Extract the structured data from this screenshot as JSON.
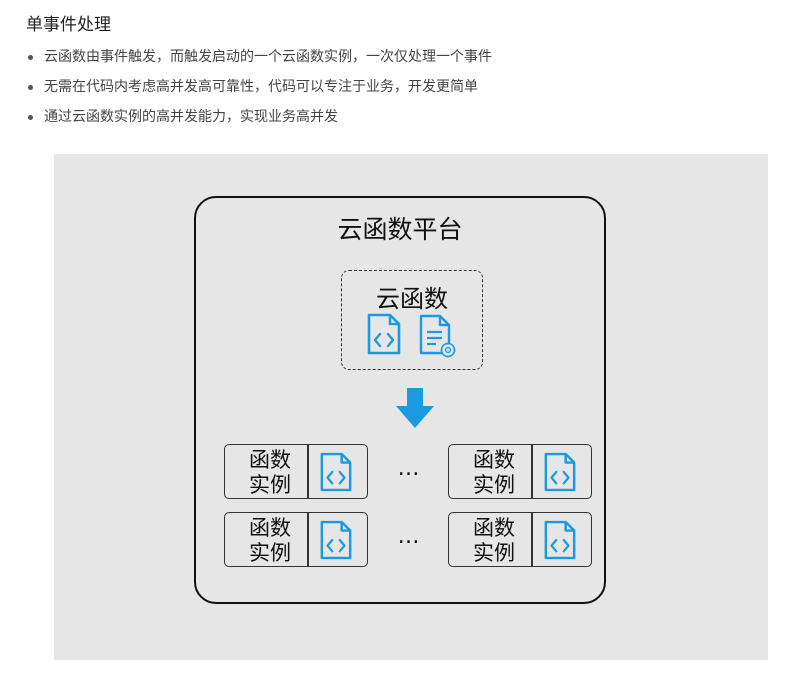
{
  "section": {
    "title": "单事件处理",
    "bullets": [
      "云函数由事件触发，而触发启动的一个云函数实例，一次仅处理一个事件",
      "无需在代码内考虑高并发高可靠性，代码可以专注于业务，开发更简单",
      "通过云函数实例的高并发能力，实现业务高并发"
    ]
  },
  "diagram": {
    "platform_label": "云函数平台",
    "function_label": "云函数",
    "function_icons": [
      "code-file-icon",
      "config-doc-icon"
    ],
    "arrow_icon": "down-arrow-icon",
    "instances": [
      {
        "label_line1": "函数",
        "label_line2": "实例",
        "icon": "code-file-icon"
      },
      {
        "label_line1": "函数",
        "label_line2": "实例",
        "icon": "code-file-icon"
      },
      {
        "label_line1": "函数",
        "label_line2": "实例",
        "icon": "code-file-icon"
      },
      {
        "label_line1": "函数",
        "label_line2": "实例",
        "icon": "code-file-icon"
      }
    ],
    "ellipsis": "…"
  },
  "colors": {
    "icon_blue": "#1a9be0",
    "figure_bg": "#e6e6e6",
    "border": "#111111"
  }
}
